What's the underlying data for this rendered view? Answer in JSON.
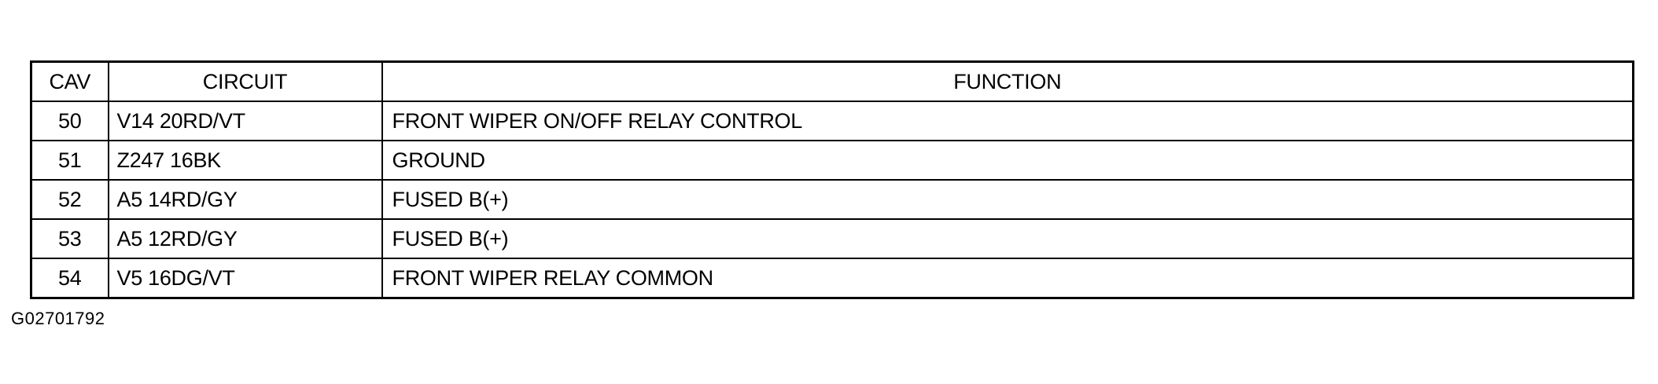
{
  "table": {
    "headers": {
      "cav": "CAV",
      "circuit": "CIRCUIT",
      "function": "FUNCTION"
    },
    "rows": [
      {
        "cav": "50",
        "circuit": "V14 20RD/VT",
        "function": "FRONT WIPER ON/OFF RELAY CONTROL"
      },
      {
        "cav": "51",
        "circuit": "Z247 16BK",
        "function": "GROUND"
      },
      {
        "cav": "52",
        "circuit": "A5 14RD/GY",
        "function": "FUSED B(+)"
      },
      {
        "cav": "53",
        "circuit": "A5 12RD/GY",
        "function": "FUSED B(+)"
      },
      {
        "cav": "54",
        "circuit": "V5 16DG/VT",
        "function": "FRONT WIPER RELAY COMMON"
      }
    ]
  },
  "figure_id": "G02701792"
}
